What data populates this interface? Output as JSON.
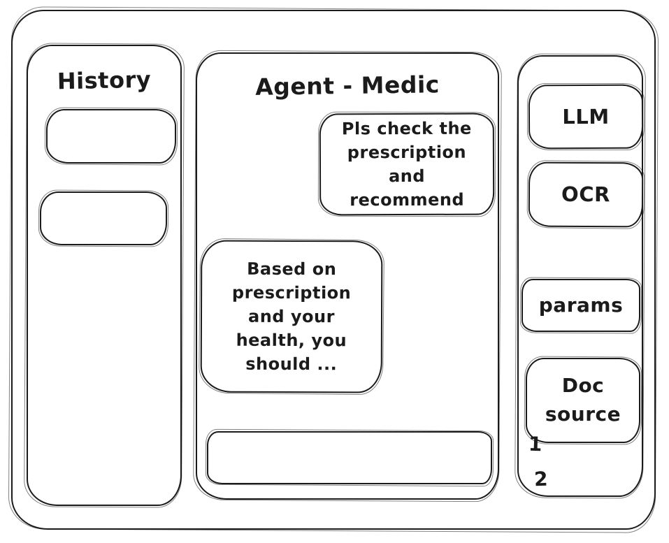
{
  "history_panel": {
    "title": "History",
    "items": [
      {
        "label": ""
      },
      {
        "label": ""
      }
    ]
  },
  "chat_panel": {
    "title": "Agent - Medic",
    "messages": [
      {
        "role": "user",
        "text": "Pls check the prescription and recommend"
      },
      {
        "role": "assistant",
        "text": "Based on prescription and your health, you should ..."
      }
    ],
    "input": {
      "value": "",
      "placeholder": ""
    }
  },
  "tools_panel": {
    "buttons": [
      {
        "id": "llm",
        "label": "LLM"
      },
      {
        "id": "ocr",
        "label": "OCR"
      },
      {
        "id": "params",
        "label": "params"
      },
      {
        "id": "doc-source",
        "label": "Doc source"
      }
    ],
    "doc_source_list": [
      {
        "label": "1"
      },
      {
        "label": "2"
      }
    ]
  },
  "colors": {
    "ink": "#1b1b1b",
    "background": "#ffffff"
  }
}
